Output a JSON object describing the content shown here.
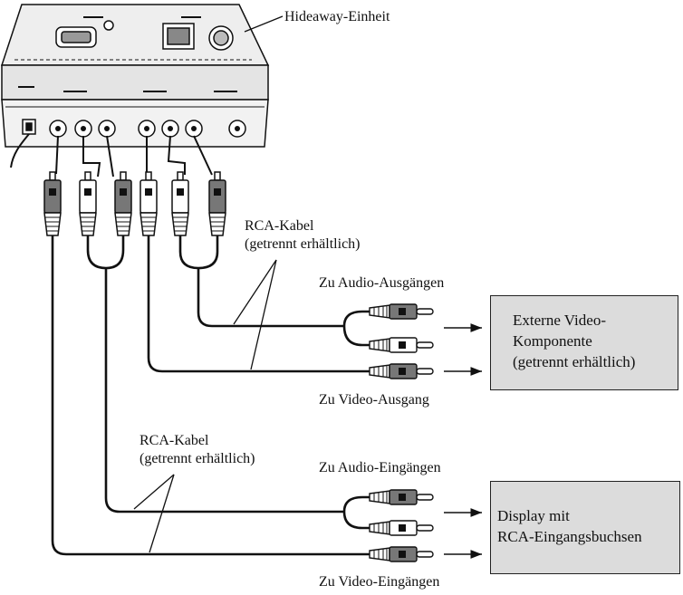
{
  "labels": {
    "hideaway_unit": "Hideaway-Einheit",
    "rca_cable_top_1": "RCA-Kabel",
    "rca_cable_top_2": "(getrennt erhältlich)",
    "to_audio_outputs": "Zu Audio-Ausgängen",
    "to_video_output": "Zu Video-Ausgang",
    "rca_cable_bottom_1": "RCA-Kabel",
    "rca_cable_bottom_2": "(getrennt erhältlich)",
    "to_audio_inputs": "Zu Audio-Eingängen",
    "to_video_inputs": "Zu Video-Eingängen"
  },
  "boxes": {
    "external_video": {
      "line1": "Externe Video-",
      "line2": "Komponente",
      "line3": "(getrennt erhältlich)"
    },
    "display": {
      "line1": "Display mit",
      "line2": "RCA-Eingangsbuchsen"
    }
  },
  "colors": {
    "box_fill": "#dcdcdc",
    "line": "#111111",
    "plug_dark": "#777777",
    "unit_fill": "#eeeeee"
  }
}
